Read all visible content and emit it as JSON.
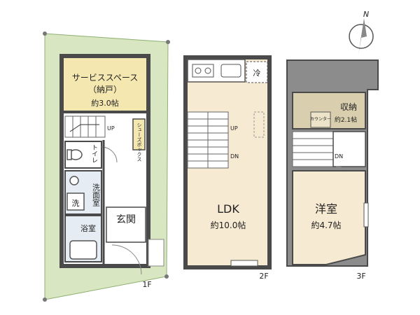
{
  "floors": {
    "f1": {
      "label": "1F",
      "service_space": {
        "name": "サービススペース",
        "sub": "（納戸）",
        "size": "約3.0帖"
      },
      "stair_up": "UP",
      "shoe_box": "シューズボックス",
      "toilet": "トイレ",
      "washroom": "洗面室",
      "washer": "洗",
      "bath": "浴室",
      "entrance": "玄関"
    },
    "f2": {
      "label": "2F",
      "fridge": "冷",
      "stair_up": "UP",
      "stair_dn": "DN",
      "ldk": {
        "name": "LDK",
        "size": "約10.0帖"
      }
    },
    "f3": {
      "label": "3F",
      "storage": {
        "name": "収納",
        "size": "約2.1帖"
      },
      "counter": "カウンター",
      "stair_dn": "DN",
      "western_room": {
        "name": "洋室",
        "size": "約4.7帖"
      }
    }
  },
  "compass": {
    "north": "N"
  },
  "colors": {
    "yard": "#d8e6c2",
    "wall": "#4a4a4a",
    "service": "#f4e7b0",
    "ldk": "#f7ead2",
    "washroom": "#e5ecf4",
    "storage": "#d9cfae",
    "western": "#f7ead2",
    "balcony": "#8c8c8c"
  }
}
